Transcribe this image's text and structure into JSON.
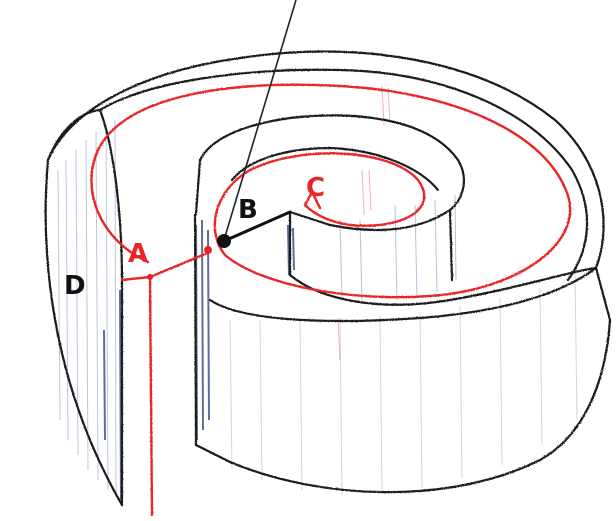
{
  "labels": {
    "a": "A",
    "b": "B",
    "c": "C",
    "d": "D"
  },
  "colors": {
    "outline": "#1a1a1a",
    "red_path": "#e8262a",
    "shading": "#6f7fb8",
    "dark_shading": "#2b3b7a",
    "label_red": "#e8262a",
    "label_black": "#111111"
  }
}
